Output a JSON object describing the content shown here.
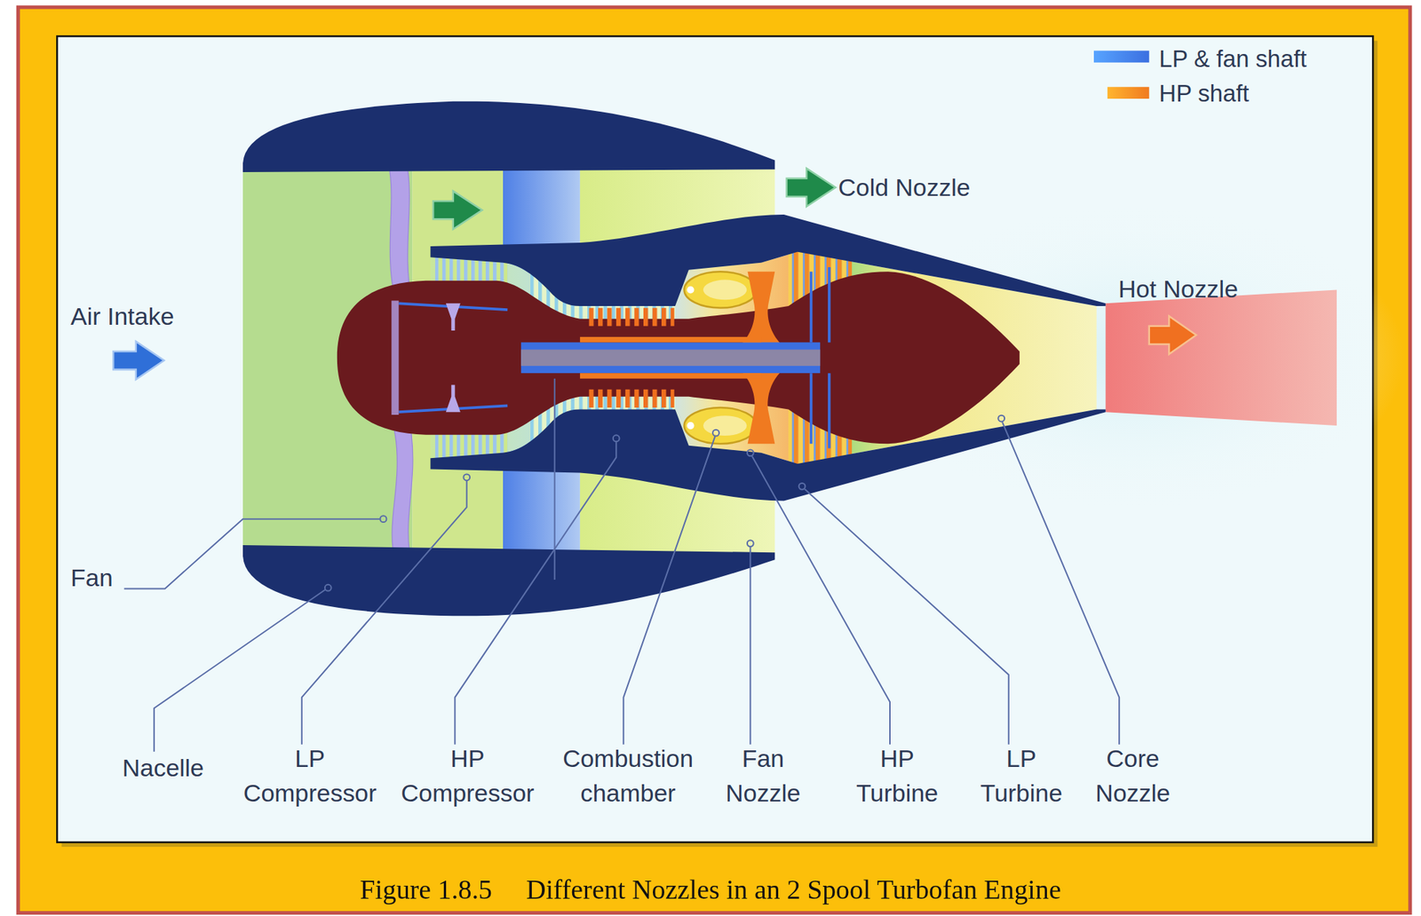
{
  "diagram": {
    "caption": "Figure 1.8.5     Different Nozzles in an 2 Spool Turbofan Engine",
    "labels": [
      "Air Intake",
      "Cold Nozzle",
      "Hot Nozzle",
      "Fan",
      "Nacelle",
      "LP Compressor",
      "HP Compressor",
      "Combustion chamber",
      "Fan Nozzle",
      "HP Turbine",
      "LP Turbine",
      "Core Nozzle"
    ],
    "legend": [
      {
        "text": "LP & fan shaft",
        "color": "#3b6fe0"
      },
      {
        "text": "HP shaft",
        "color": "#f07a20"
      }
    ]
  }
}
